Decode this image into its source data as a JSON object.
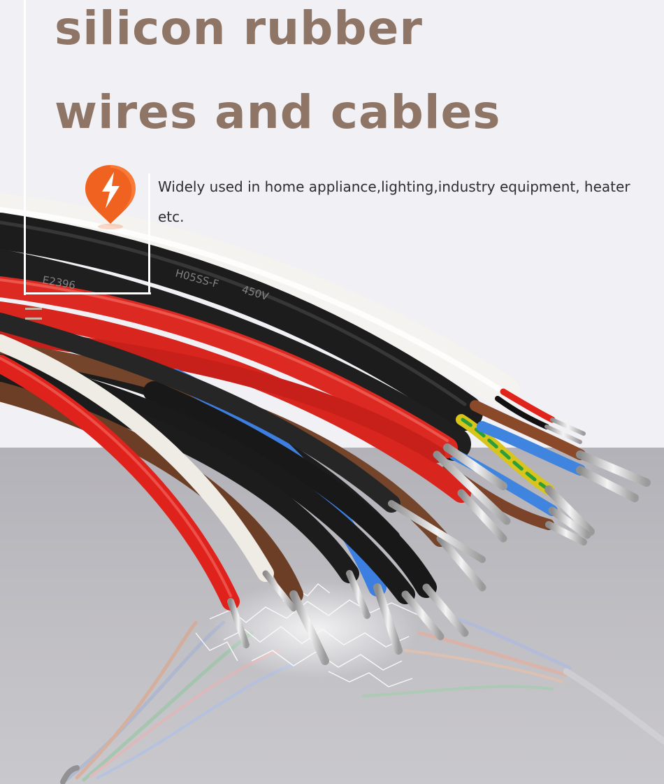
{
  "header": {
    "title_line1": "silicon rubber",
    "title_line2": "wires and cables"
  },
  "feature": {
    "icon": "lightning-icon",
    "text": "Widely used in home appliance,lighting,industry equipment, heater etc."
  },
  "colors": {
    "title": "#8e7566",
    "accent": "#f0621f",
    "background_top": "#f1f0f4",
    "background_bottom": "#b9b8bd"
  }
}
